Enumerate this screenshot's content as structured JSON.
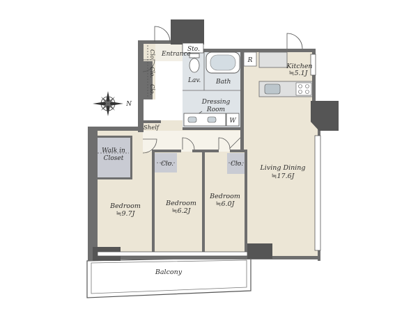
{
  "rooms": {
    "entrance": "Entrance",
    "storage": "Sto.",
    "closet_1": "Clo.",
    "closet_2": "Clo.",
    "closet_3": "Clo.",
    "lavatory": "Lav.",
    "bath": "Bath",
    "dressing_line1": "Dressing",
    "dressing_line2": "Room",
    "washer": "W",
    "fridge": "R",
    "kitchen_name": "Kitchen",
    "kitchen_area": "≒5.1J",
    "shelf": "Shelf",
    "walkin_line1": "Walk in",
    "walkin_line2": "Closet",
    "living_name": "Living Dining",
    "living_area": "≒17.6J",
    "bedroom1_name": "Bedroom",
    "bedroom1_area": "≒9.7J",
    "bedroom2_name": "Bedroom",
    "bedroom2_area": "≒6.2J",
    "bedroom3_name": "Bedroom",
    "bedroom3_area": "≒6.0J",
    "clo_bed2": "Clo.",
    "clo_bed3": "Clo.",
    "balcony": "Balcony"
  },
  "compass": {
    "north_label": "N"
  },
  "colors": {
    "wall": "#6e6e6e",
    "pillar": "#555555",
    "floor_beige": "#ece6d6",
    "wet_area": "#dfe4e8",
    "closet_fill": "#c9cbd3",
    "line": "#444444"
  }
}
